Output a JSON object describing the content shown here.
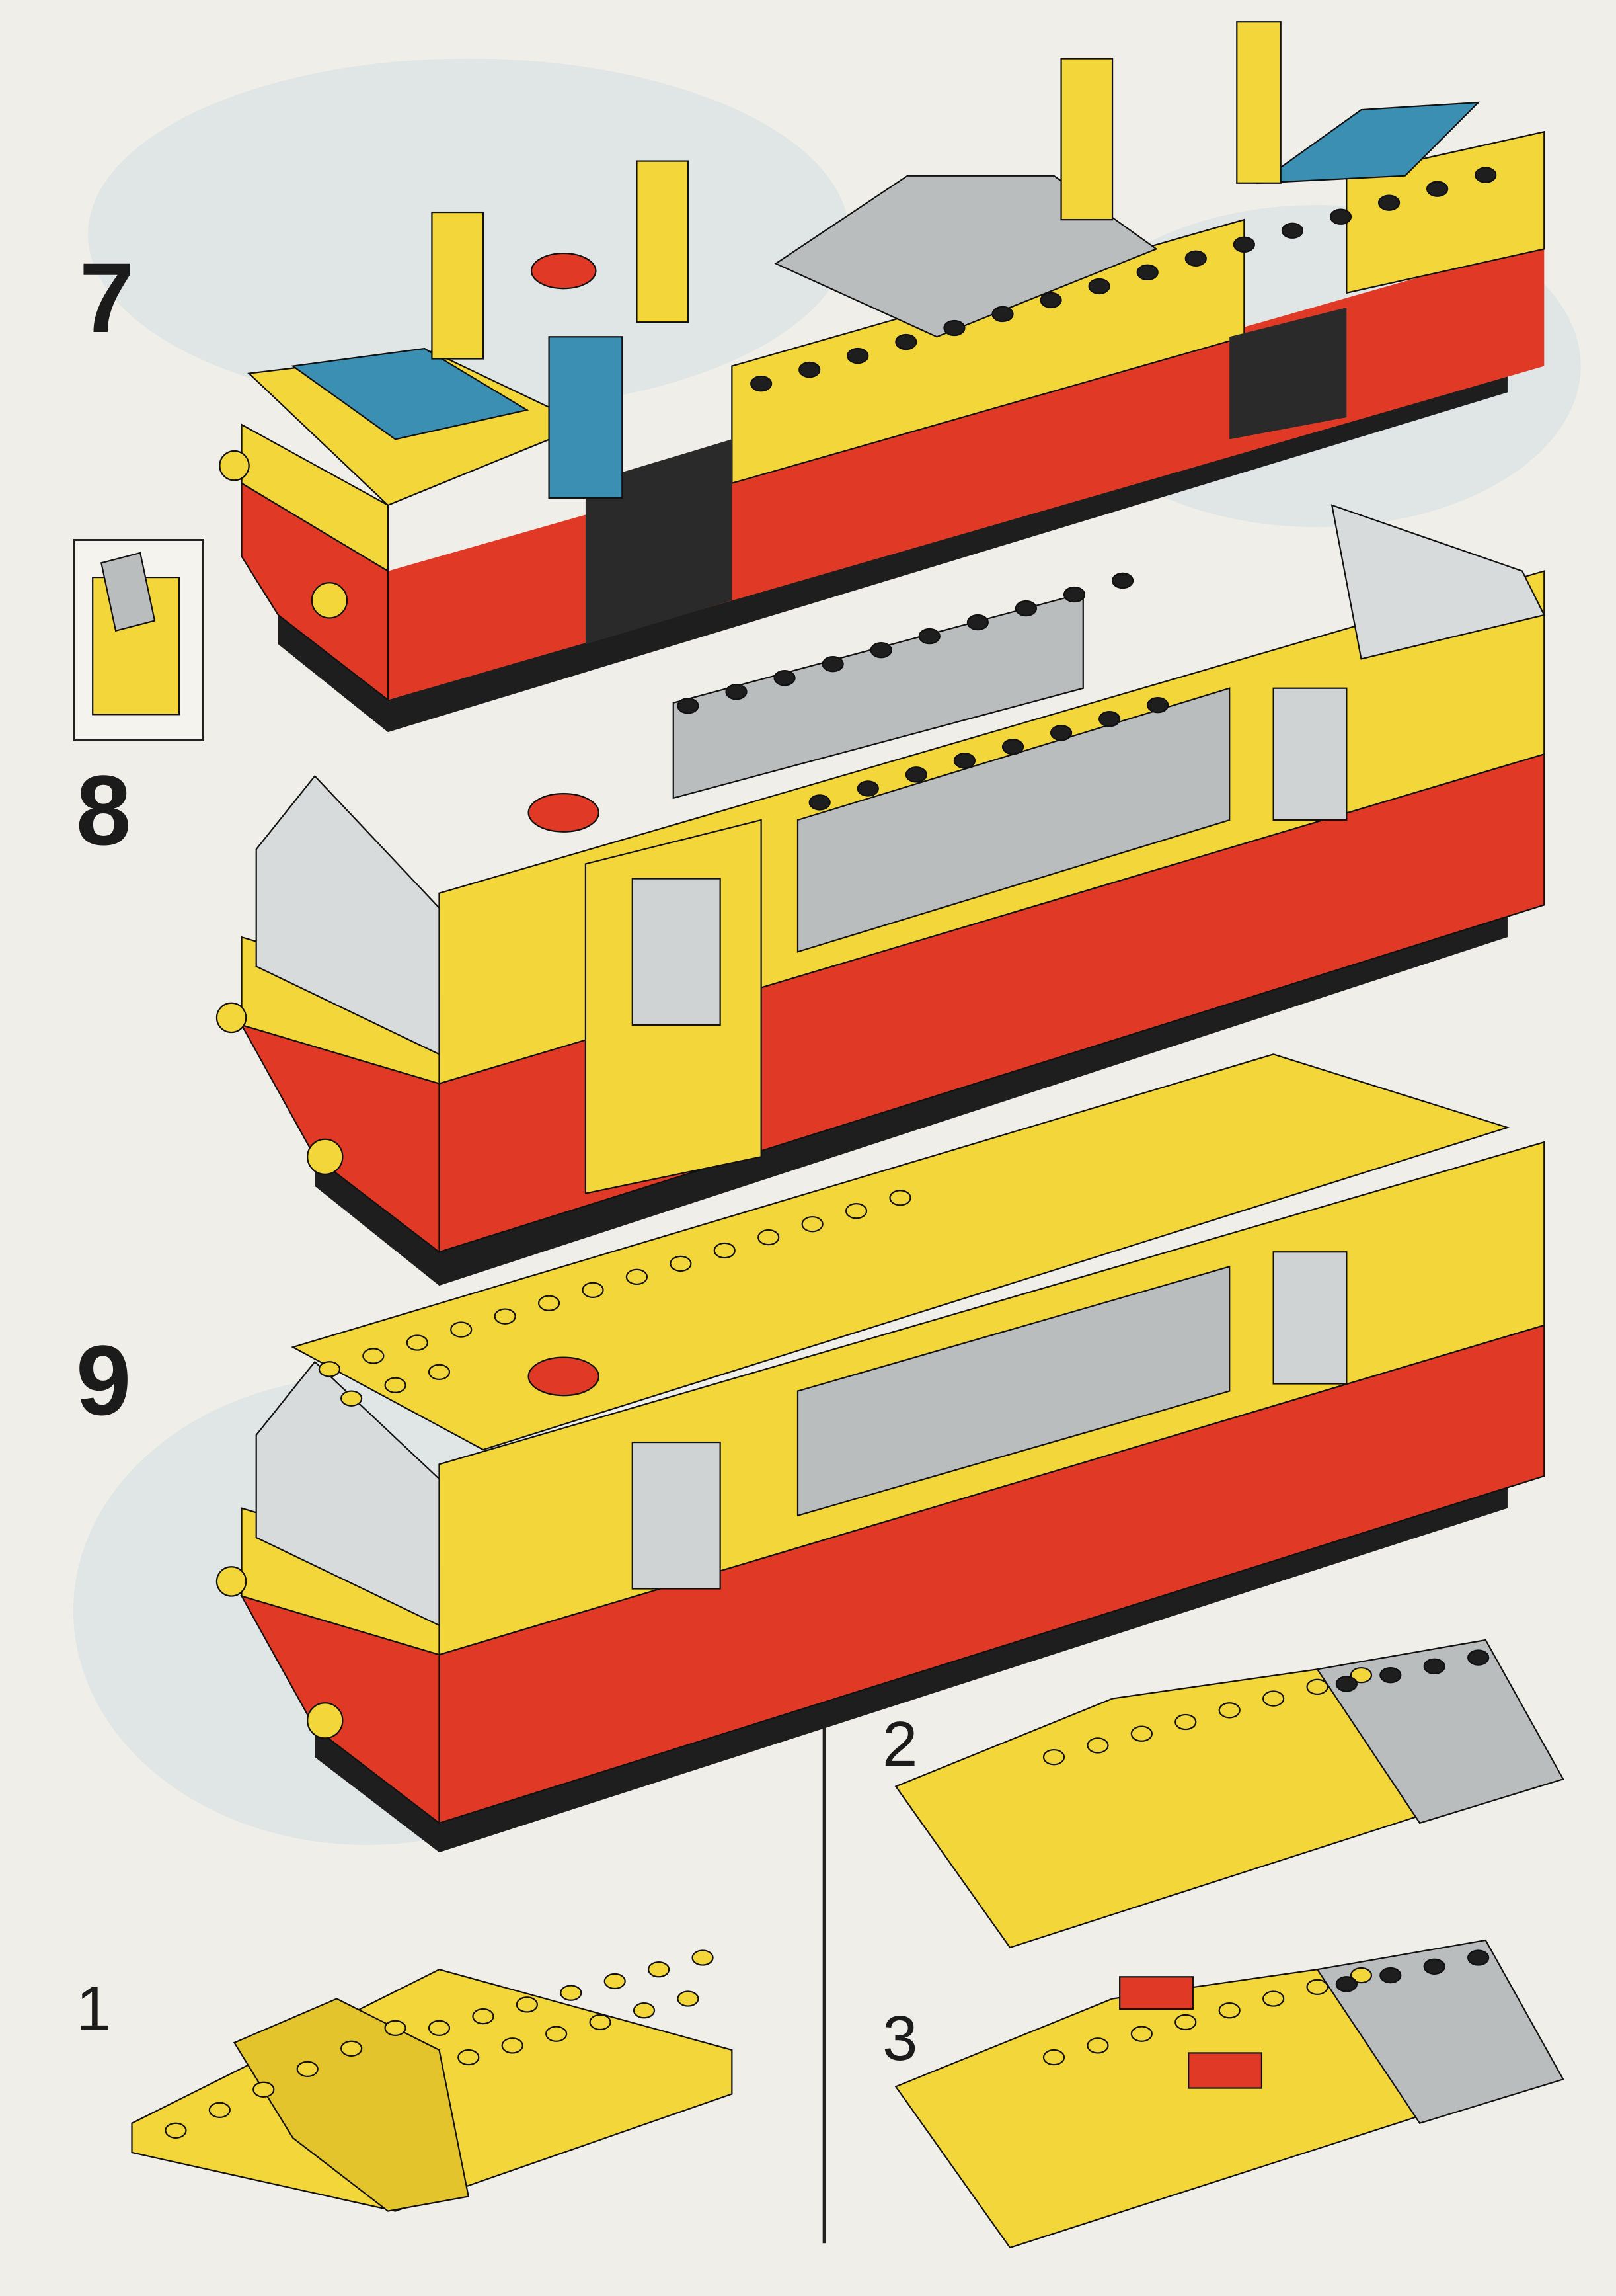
{
  "steps": {
    "s7": "7",
    "s8": "8",
    "s9": "9"
  },
  "sub_steps": {
    "s1": "1",
    "s2": "2",
    "s3": "3"
  },
  "colors": {
    "red": "#e03a26",
    "yellow": "#f2d63a",
    "black": "#1e1e1e",
    "grey": "#b9bdbe",
    "blue": "#3a8fb3",
    "paper": "#efeee8"
  }
}
